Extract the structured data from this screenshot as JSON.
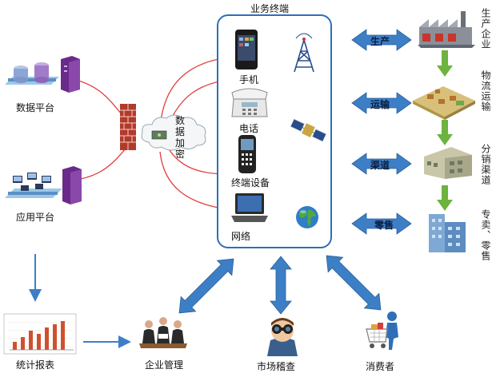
{
  "terminal_box": {
    "title": "业务终端"
  },
  "terminals": [
    {
      "label": "手机",
      "icon": "mobile-phone-icon",
      "side_icon": "antenna-tower-icon"
    },
    {
      "label": "电话",
      "icon": "desk-phone-icon",
      "side_icon": "satellite-icon"
    },
    {
      "label": "终端设备",
      "icon": "handheld-scanner-icon",
      "side_icon": ""
    },
    {
      "label": "网络",
      "icon": "laptop-icon",
      "side_icon": "globe-icon"
    }
  ],
  "platforms": [
    {
      "label": "数据平台",
      "icon": "data-server-icon"
    },
    {
      "label": "应用平台",
      "icon": "application-network-icon"
    }
  ],
  "encryption": {
    "label": "数据加密",
    "firewall_icon": "firewall-icon",
    "cloud_icon": "cloud-icon"
  },
  "supply_chain": {
    "arrows": [
      "生产",
      "运输",
      "渠道",
      "零售"
    ],
    "stages": [
      "生产企业",
      "物流运输",
      "分销渠道",
      "专卖、零售"
    ],
    "stage_icons": [
      "factory-icon",
      "warehouse-icon",
      "distribution-building-icon",
      "retail-building-icon"
    ]
  },
  "bottom": [
    {
      "label": "统计报表",
      "icon": "bar-chart-report-icon"
    },
    {
      "label": "企业管理",
      "icon": "business-team-icon"
    },
    {
      "label": "市场稽查",
      "icon": "inspector-binoculars-icon"
    },
    {
      "label": "消费者",
      "icon": "shopping-cart-consumer-icon"
    }
  ],
  "colors": {
    "box_border": "#2e6fb7",
    "big_arrow": "#3d7fc6",
    "red_line": "#e04040",
    "green_arrow": "#6db33f"
  }
}
